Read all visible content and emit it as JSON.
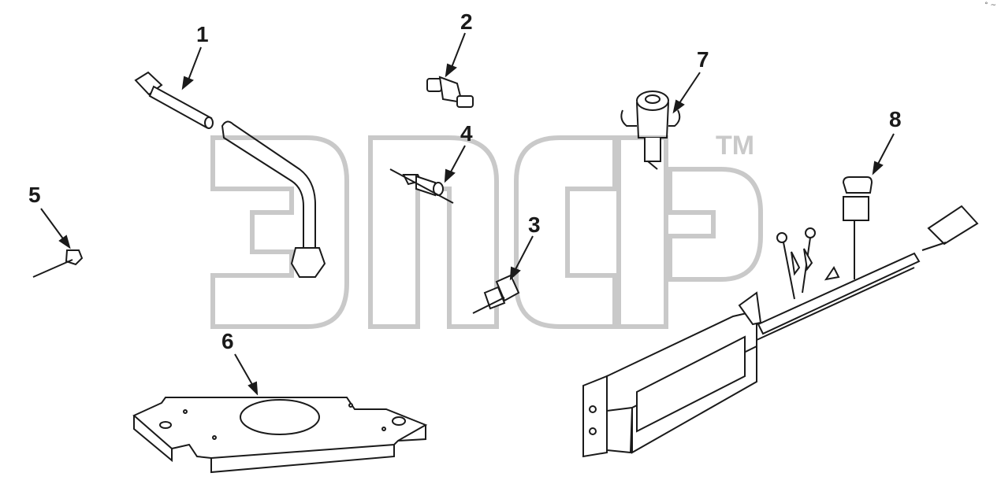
{
  "diagram": {
    "callouts": [
      "1",
      "2",
      "3",
      "4",
      "5",
      "6",
      "7",
      "8"
    ],
    "watermark": {
      "trademark": "TM"
    },
    "corner_mark": "° ~"
  },
  "colors": {
    "line": "#1a1a1a",
    "watermark": "#c9c9c9",
    "background": "#ffffff"
  }
}
